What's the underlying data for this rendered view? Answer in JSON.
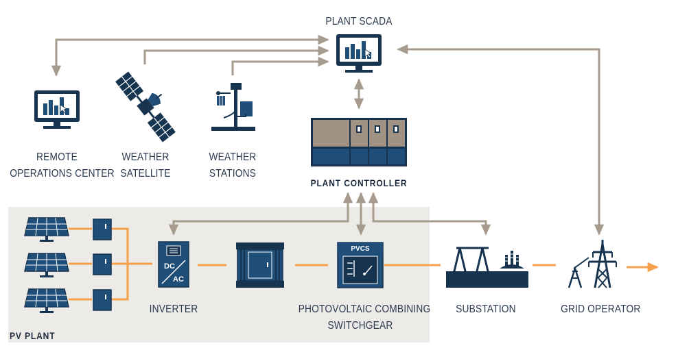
{
  "colors": {
    "navy": "#1f4e78",
    "dark_navy": "#16334f",
    "taupe_line": "#a69b8d",
    "orange_line": "#f5a04a",
    "pv_area_bg": "#edebe8",
    "text": "#2c3a4f"
  },
  "labels": {
    "plant_scada": "PLANT SCADA",
    "remote_ops_line1": "REMOTE",
    "remote_ops_line2": "OPERATIONS CENTER",
    "weather_sat_line1": "WEATHER",
    "weather_sat_line2": "SATELLITE",
    "weather_st_line1": "WEATHER",
    "weather_st_line2": "STATIONS",
    "plant_controller": "PLANT CONTROLLER",
    "inverter": "INVERTER",
    "inverter_dc": "DC",
    "inverter_ac": "AC",
    "pvcs_line1": "PHOTOVOLTAIC COMBINING",
    "pvcs_line2": "SWITCHGEAR",
    "pvcs_tag": "PVCS",
    "substation": "SUBSTATION",
    "grid_operator": "GRID OPERATOR",
    "pv_plant": "PV PLANT"
  },
  "icons": [
    "monitor-chart-icon",
    "satellite-icon",
    "weather-station-icon",
    "controller-cabinet-icon",
    "solar-panel-icon",
    "combiner-box-icon",
    "inverter-icon",
    "transformer-cabinet-icon",
    "switchgear-icon",
    "substation-icon",
    "transmission-tower-icon"
  ]
}
